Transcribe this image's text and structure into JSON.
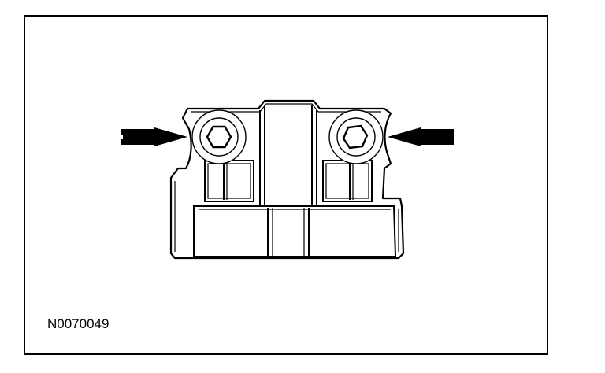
{
  "figure": {
    "id_label": "N0070049",
    "subject": "bracket-with-two-hex-bolts",
    "callouts": [
      {
        "icon": "arrow-right-icon",
        "points_to": "left-bolt"
      },
      {
        "icon": "arrow-left-icon",
        "points_to": "right-bolt"
      }
    ],
    "colors": {
      "line": "#000000",
      "fill": "#ffffff"
    }
  }
}
